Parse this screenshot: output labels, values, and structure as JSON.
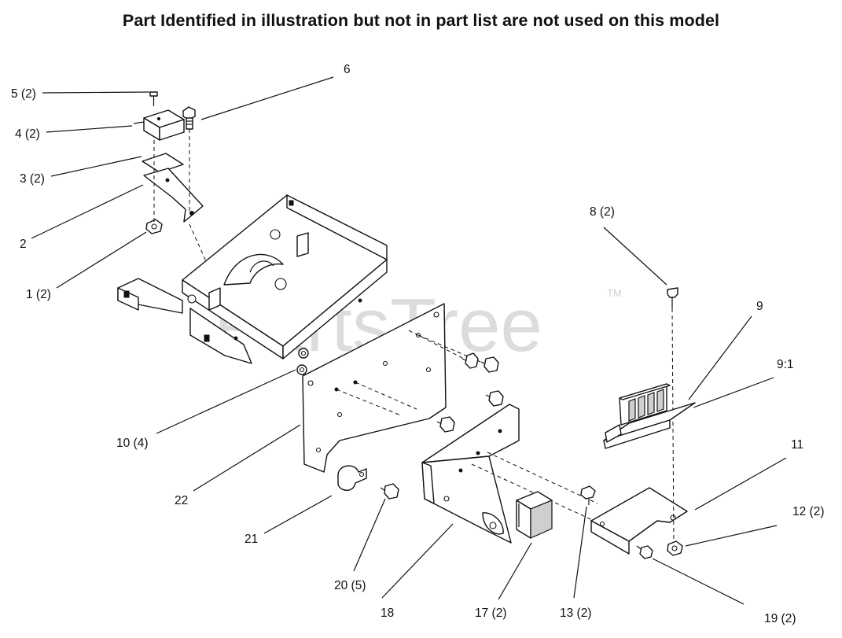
{
  "title": "Part Identified in illustration but not in part list are not used on this model",
  "watermark": {
    "text": "PartsTree",
    "mark": "TM"
  },
  "colors": {
    "ink": "#111111",
    "watermark": "#dcdcdc",
    "background": "#ffffff"
  },
  "callouts": [
    {
      "id": "1",
      "label": "1 (2)"
    },
    {
      "id": "2",
      "label": "2"
    },
    {
      "id": "3",
      "label": "3 (2)"
    },
    {
      "id": "4",
      "label": "4 (2)"
    },
    {
      "id": "5",
      "label": "5 (2)"
    },
    {
      "id": "6",
      "label": "6"
    },
    {
      "id": "8",
      "label": "8 (2)"
    },
    {
      "id": "9",
      "label": "9"
    },
    {
      "id": "9_1",
      "label": "9:1"
    },
    {
      "id": "10",
      "label": "10 (4)"
    },
    {
      "id": "11",
      "label": "11"
    },
    {
      "id": "12",
      "label": "12 (2)"
    },
    {
      "id": "13",
      "label": "13 (2)"
    },
    {
      "id": "17",
      "label": "17 (2)"
    },
    {
      "id": "18",
      "label": "18"
    },
    {
      "id": "19",
      "label": "19 (2)"
    },
    {
      "id": "20",
      "label": "20 (5)"
    },
    {
      "id": "21",
      "label": "21"
    },
    {
      "id": "22",
      "label": "22"
    }
  ]
}
